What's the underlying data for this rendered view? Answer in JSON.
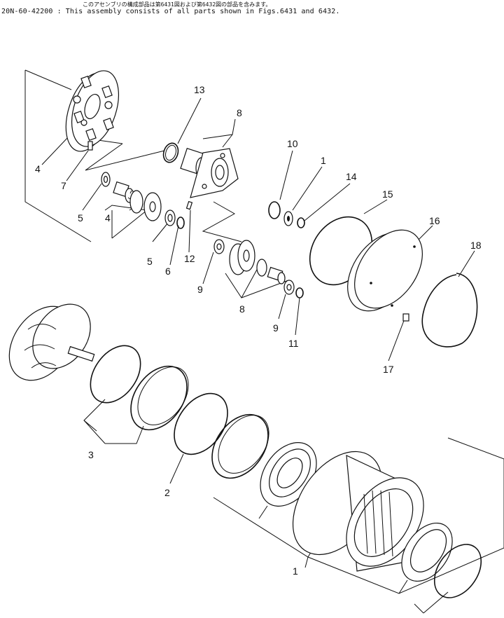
{
  "header": {
    "note_jp": "このアセンブリの構成部品は第6431図および第6432図の部品を含みます。",
    "note_en": "20N-60-42200 : This assembly consists of all parts shown in Figs.6431 and 6432."
  },
  "callouts": [
    {
      "id": "c13",
      "text": "13"
    },
    {
      "id": "c8a",
      "text": "8"
    },
    {
      "id": "c10",
      "text": "10"
    },
    {
      "id": "c1a",
      "text": "1"
    },
    {
      "id": "c14",
      "text": "14"
    },
    {
      "id": "c15",
      "text": "15"
    },
    {
      "id": "c16",
      "text": "16"
    },
    {
      "id": "c18",
      "text": "18"
    },
    {
      "id": "c4a",
      "text": "4"
    },
    {
      "id": "c7",
      "text": "7"
    },
    {
      "id": "c5a",
      "text": "5"
    },
    {
      "id": "c4b",
      "text": "4"
    },
    {
      "id": "c5b",
      "text": "5"
    },
    {
      "id": "c6",
      "text": "6"
    },
    {
      "id": "c12",
      "text": "12"
    },
    {
      "id": "c9a",
      "text": "9"
    },
    {
      "id": "c8b",
      "text": "8"
    },
    {
      "id": "c9b",
      "text": "9"
    },
    {
      "id": "c11",
      "text": "11"
    },
    {
      "id": "c17",
      "text": "17"
    },
    {
      "id": "c3",
      "text": "3"
    },
    {
      "id": "c2",
      "text": "2"
    },
    {
      "id": "c1b",
      "text": "1"
    }
  ]
}
